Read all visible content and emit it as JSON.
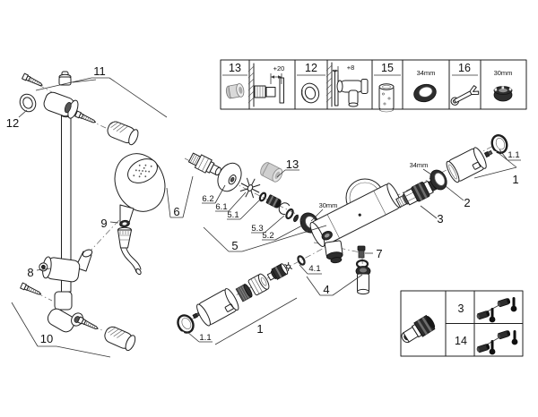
{
  "colors": {
    "background": "#ffffff",
    "line": "#1f1f1f",
    "dark_fill": "#2d2d2d",
    "grey_fill": "#cfcfcf"
  },
  "callouts": {
    "c1": "1",
    "c1_1": "1.1",
    "c2": "2",
    "c3": "3",
    "c4": "4",
    "c4_1": "4.1",
    "c5": "5",
    "c5_1": "5.1",
    "c5_2": "5.2",
    "c5_3": "5.3",
    "c6": "6",
    "c6_1": "6.1",
    "c6_2": "6.2",
    "c7": "7",
    "c8": "8",
    "c9": "9",
    "c10": "10",
    "c11": "11",
    "c12": "12",
    "c13": "13"
  },
  "annotations": {
    "size_34mm": "34mm",
    "size_30mm": "30mm"
  },
  "top_table": {
    "cells": [
      {
        "label": "13",
        "icon": "cap-nut-icon"
      },
      {
        "annotation": "+20",
        "icon": "wall-union-depth-icon"
      },
      {
        "label": "12",
        "icon": "escutcheon-ring-icon"
      },
      {
        "annotation": "+8",
        "icon": "wall-holder-depth-icon"
      },
      {
        "label": "15",
        "icon": "extension-sleeve-icon"
      },
      {
        "annotation": "34mm",
        "icon": "ring-nut-icon"
      },
      {
        "label": "16",
        "icon": "open-end-wrench-icon"
      },
      {
        "annotation": "30mm",
        "icon": "cap-nut-dark-icon"
      }
    ]
  },
  "bottom_table": {
    "part_icon": "check-valve-icon",
    "rows": [
      {
        "label": "3",
        "icon": "parts-with-thermometer-icon"
      },
      {
        "label": "14",
        "icon": "parts-with-thermometer-icon"
      }
    ]
  }
}
